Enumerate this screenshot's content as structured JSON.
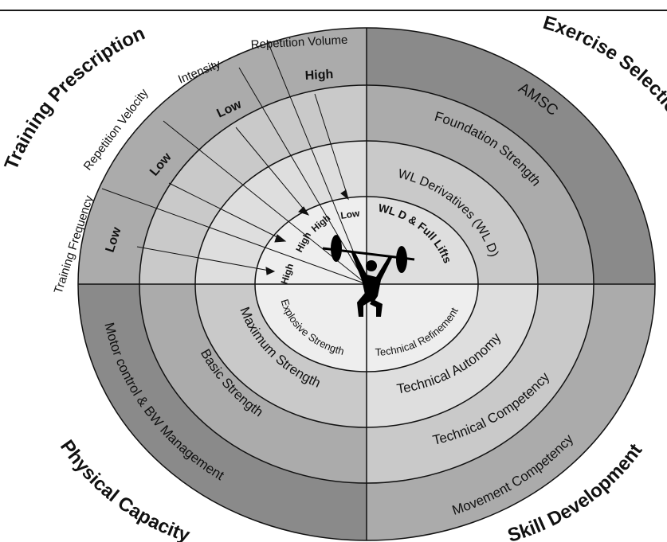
{
  "corners": {
    "top_left": "Training Prescription",
    "top_right": "Exercise Selection",
    "bottom_left": "Physical Capacity",
    "bottom_right": "Skill Development"
  },
  "prescription": {
    "params": [
      "Training Frequency",
      "Repetition Velocity",
      "Intensity",
      "Repetition Volume"
    ],
    "outer_levels": [
      "Low",
      "Low",
      "Low",
      "High"
    ],
    "inner_levels": [
      "High",
      "High",
      "High",
      "Low"
    ]
  },
  "exercise_rings": [
    "AMSC",
    "Foundation Strength",
    "WL Derivatives (WL D)",
    "WL D & Full Lifts"
  ],
  "physical_rings": [
    "Motor control  & BW Management",
    "Basic Strength",
    "Maximum Strength",
    "Explosive Strength"
  ],
  "skill_rings": [
    "Movement Competency",
    "Technical Competency",
    "Technical Autonomy",
    "Technical Refinement"
  ],
  "colors": {
    "dark": "#8a8a8a",
    "mid": "#ababab",
    "light": "#c9c9c9",
    "lighter": "#dedede",
    "core": "#eeeeee",
    "stroke": "#111111"
  }
}
